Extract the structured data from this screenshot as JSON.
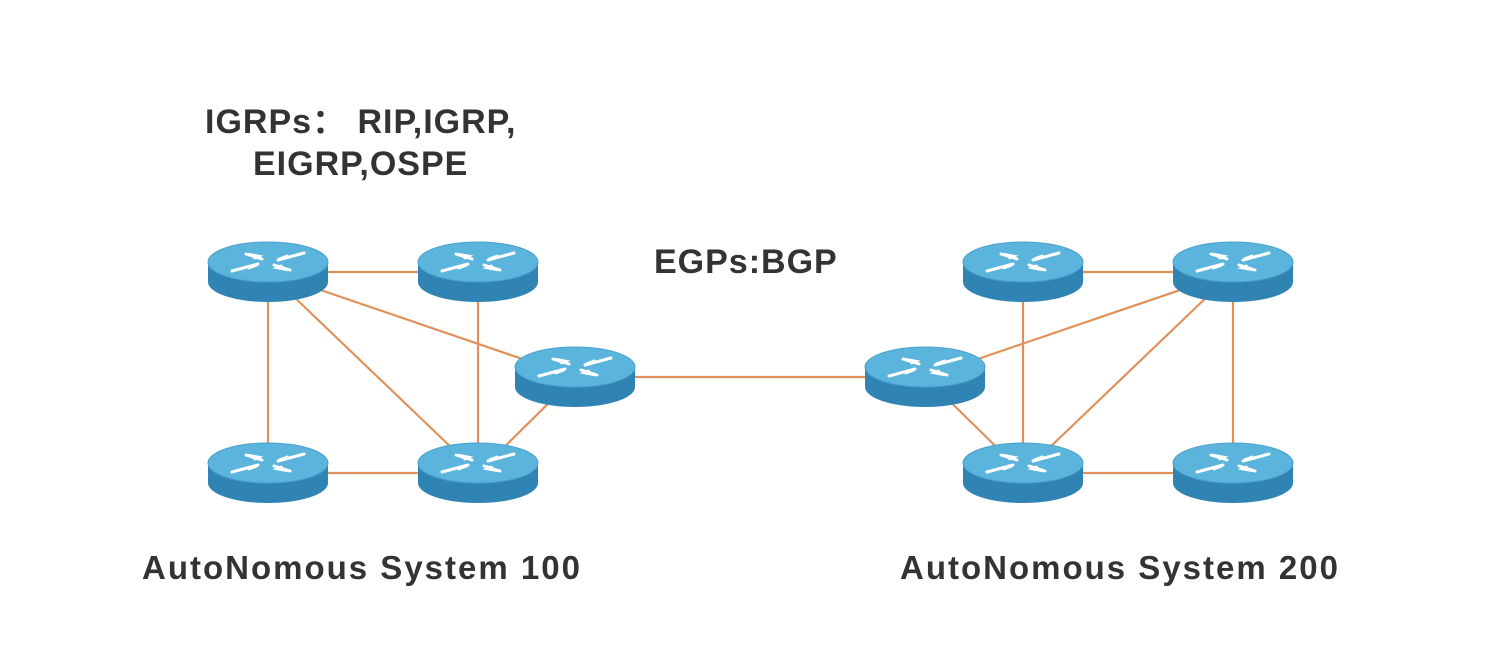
{
  "labels": {
    "igp_line1": "IGRPs： RIP,IGRP,",
    "igp_line2": "EIGRP,OSPE",
    "egp": "EGPs:BGP",
    "as1": "AutoNomous System 100",
    "as2": "AutoNomous System 200"
  },
  "colors": {
    "link": "#e0915a",
    "router_top": "#5bb4dc",
    "router_side": "#2f84b4",
    "router_arrow": "#ffffff",
    "text": "#333333"
  },
  "autonomous_systems": [
    {
      "label": "AutoNomous System 100",
      "routers": [
        "as100-top-left",
        "as100-top-right",
        "as100-bottom-left",
        "as100-bottom-right",
        "as100-border"
      ],
      "links": [
        [
          "as100-top-left",
          "as100-top-right"
        ],
        [
          "as100-top-left",
          "as100-bottom-left"
        ],
        [
          "as100-top-left",
          "as100-bottom-right"
        ],
        [
          "as100-top-left",
          "as100-border"
        ],
        [
          "as100-top-right",
          "as100-bottom-right"
        ],
        [
          "as100-bottom-left",
          "as100-bottom-right"
        ],
        [
          "as100-bottom-right",
          "as100-border"
        ]
      ]
    },
    {
      "label": "AutoNomous System 200",
      "routers": [
        "as200-top-left",
        "as200-top-right",
        "as200-bottom-left",
        "as200-bottom-right",
        "as200-border"
      ],
      "links": [
        [
          "as200-top-left",
          "as200-top-right"
        ],
        [
          "as200-top-left",
          "as200-bottom-left"
        ],
        [
          "as200-top-right",
          "as200-bottom-right"
        ],
        [
          "as200-top-right",
          "as200-bottom-left"
        ],
        [
          "as200-top-right",
          "as200-border"
        ],
        [
          "as200-bottom-left",
          "as200-bottom-right"
        ],
        [
          "as200-border",
          "as200-bottom-left"
        ]
      ]
    }
  ],
  "inter_as_links": [
    [
      "as100-border",
      "as200-border"
    ]
  ]
}
